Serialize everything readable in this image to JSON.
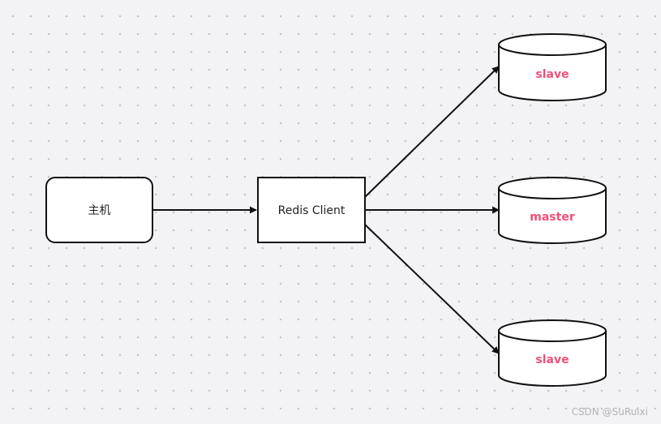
{
  "diagram": {
    "host_label": "主机",
    "client_label": "Redis Client",
    "databases": [
      {
        "label": "slave"
      },
      {
        "label": "master"
      },
      {
        "label": "slave"
      }
    ],
    "db_text_color": "#f0507a",
    "stroke_color": "#111111",
    "node_fill": "#ffffff"
  },
  "watermark": "CSDN @SuRuixi"
}
